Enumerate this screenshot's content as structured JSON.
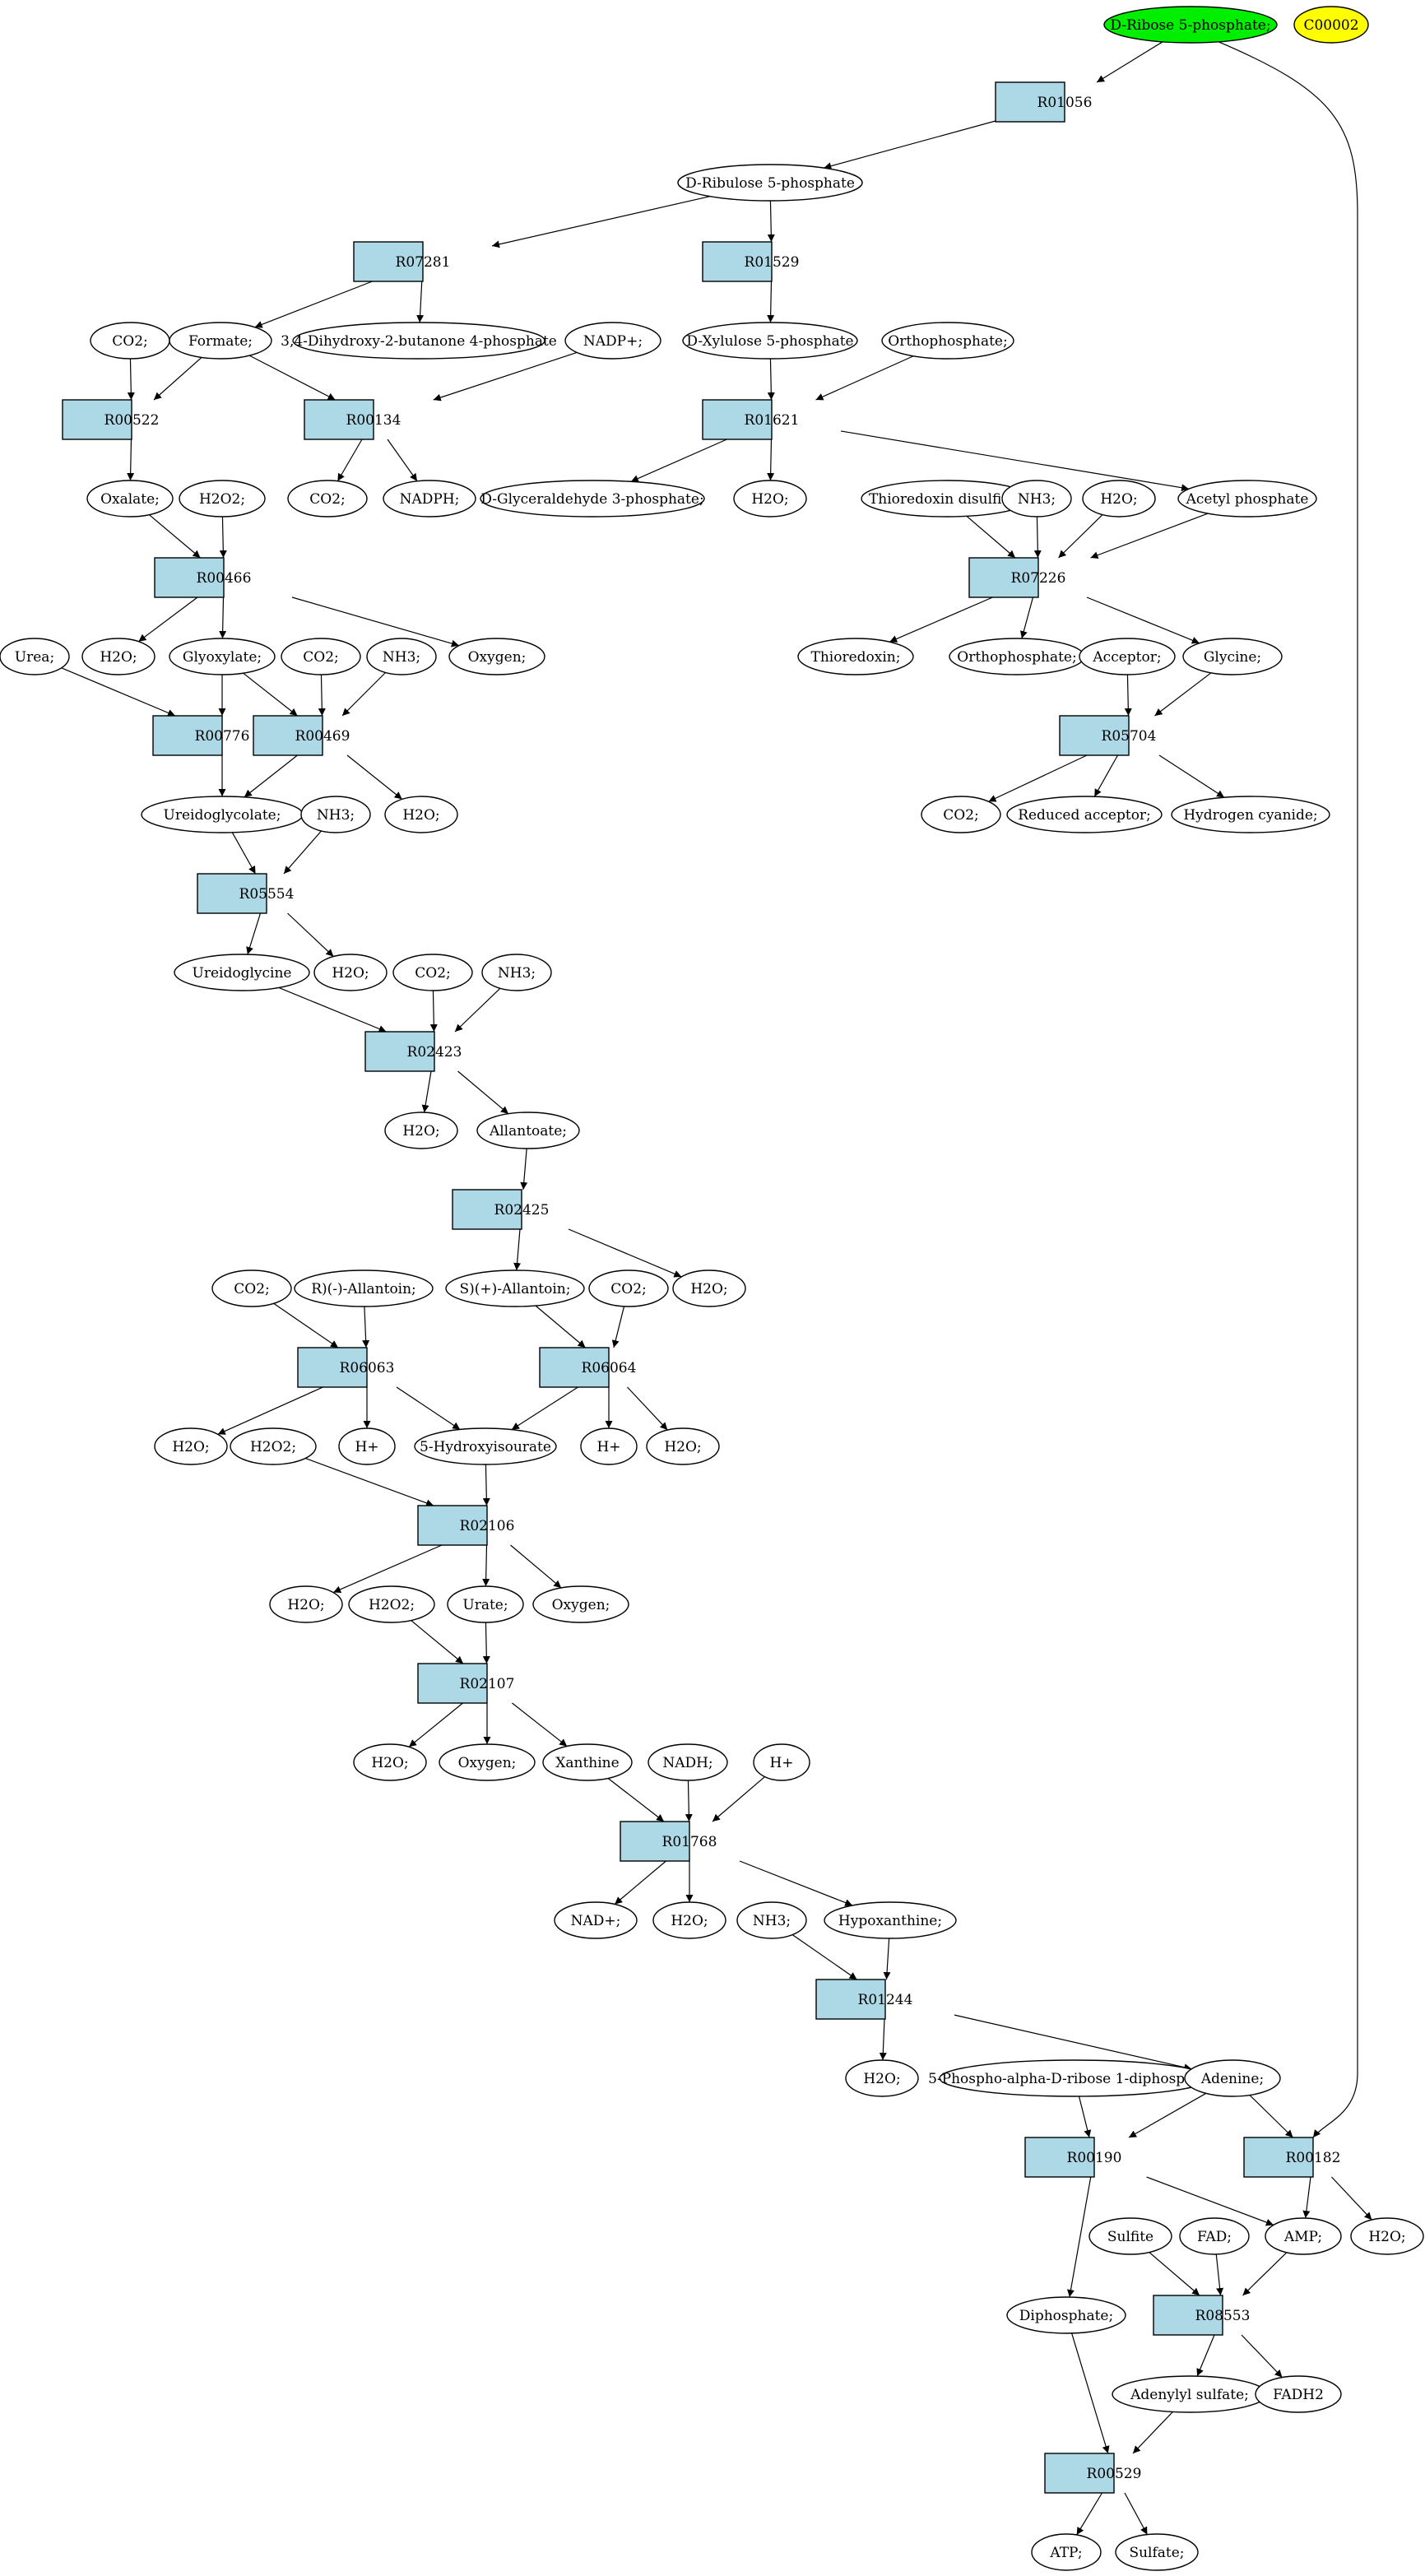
{
  "colors": {
    "reaction_fill": "#add8e6",
    "metabolite_fill": "#ffffff",
    "source_fill": "#00ee00",
    "highlight_fill": "#ffff00"
  },
  "nodes": [
    {
      "id": "m_r5p",
      "kind": "metabolite",
      "label": "D-Ribose 5-phosphate;",
      "fill": "#00ee00"
    },
    {
      "id": "m_c00002",
      "kind": "metabolite",
      "label": "C00002",
      "fill": "#ffff00"
    },
    {
      "id": "r01056",
      "kind": "reaction",
      "label": "R01056"
    },
    {
      "id": "m_ru5p",
      "kind": "metabolite",
      "label": "D-Ribulose 5-phosphate"
    },
    {
      "id": "r07281",
      "kind": "reaction",
      "label": "R07281"
    },
    {
      "id": "r01529",
      "kind": "reaction",
      "label": "R01529"
    },
    {
      "id": "m_co2_1",
      "kind": "metabolite",
      "label": "CO2;"
    },
    {
      "id": "m_formate",
      "kind": "metabolite",
      "label": "Formate;"
    },
    {
      "id": "m_dhbp",
      "kind": "metabolite",
      "label": "3,4-Dihydroxy-2-butanone 4-phosphate"
    },
    {
      "id": "m_nadp",
      "kind": "metabolite",
      "label": "NADP+;"
    },
    {
      "id": "m_xu5p",
      "kind": "metabolite",
      "label": "D-Xylulose 5-phosphate"
    },
    {
      "id": "m_ortho_1",
      "kind": "metabolite",
      "label": "Orthophosphate;"
    },
    {
      "id": "r00522",
      "kind": "reaction",
      "label": "R00522"
    },
    {
      "id": "r00134",
      "kind": "reaction",
      "label": "R00134"
    },
    {
      "id": "r01621",
      "kind": "reaction",
      "label": "R01621"
    },
    {
      "id": "m_oxalate",
      "kind": "metabolite",
      "label": "Oxalate;"
    },
    {
      "id": "m_h2o2_1",
      "kind": "metabolite",
      "label": "H2O2;"
    },
    {
      "id": "m_co2_2",
      "kind": "metabolite",
      "label": "CO2;"
    },
    {
      "id": "m_nadph",
      "kind": "metabolite",
      "label": "NADPH;"
    },
    {
      "id": "m_g3p",
      "kind": "metabolite",
      "label": "D-Glyceraldehyde 3-phosphate;"
    },
    {
      "id": "m_h2o_1",
      "kind": "metabolite",
      "label": "H2O;"
    },
    {
      "id": "m_trxss",
      "kind": "metabolite",
      "label": "Thioredoxin disulfide;"
    },
    {
      "id": "m_nh3_1",
      "kind": "metabolite",
      "label": "NH3;"
    },
    {
      "id": "m_h2o_2",
      "kind": "metabolite",
      "label": "H2O;"
    },
    {
      "id": "m_acp",
      "kind": "metabolite",
      "label": "Acetyl phosphate"
    },
    {
      "id": "r00466",
      "kind": "reaction",
      "label": "R00466"
    },
    {
      "id": "r07226",
      "kind": "reaction",
      "label": "R07226"
    },
    {
      "id": "m_urea",
      "kind": "metabolite",
      "label": "Urea;"
    },
    {
      "id": "m_h2o_3",
      "kind": "metabolite",
      "label": "H2O;"
    },
    {
      "id": "m_glyoxylate",
      "kind": "metabolite",
      "label": "Glyoxylate;"
    },
    {
      "id": "m_co2_3",
      "kind": "metabolite",
      "label": "CO2;"
    },
    {
      "id": "m_nh3_2",
      "kind": "metabolite",
      "label": "NH3;"
    },
    {
      "id": "m_oxygen_1",
      "kind": "metabolite",
      "label": "Oxygen;"
    },
    {
      "id": "m_trx",
      "kind": "metabolite",
      "label": "Thioredoxin;"
    },
    {
      "id": "m_ortho_2",
      "kind": "metabolite",
      "label": "Orthophosphate;"
    },
    {
      "id": "m_acceptor",
      "kind": "metabolite",
      "label": "Acceptor;"
    },
    {
      "id": "m_glycine",
      "kind": "metabolite",
      "label": "Glycine;"
    },
    {
      "id": "r00776",
      "kind": "reaction",
      "label": "R00776"
    },
    {
      "id": "r00469",
      "kind": "reaction",
      "label": "R00469"
    },
    {
      "id": "r05704",
      "kind": "reaction",
      "label": "R05704"
    },
    {
      "id": "m_ureidoglycolate",
      "kind": "metabolite",
      "label": "Ureidoglycolate;"
    },
    {
      "id": "m_nh3_3",
      "kind": "metabolite",
      "label": "NH3;"
    },
    {
      "id": "m_h2o_4",
      "kind": "metabolite",
      "label": "H2O;"
    },
    {
      "id": "m_co2_4",
      "kind": "metabolite",
      "label": "CO2;"
    },
    {
      "id": "m_redacc",
      "kind": "metabolite",
      "label": "Reduced acceptor;"
    },
    {
      "id": "m_hcn",
      "kind": "metabolite",
      "label": "Hydrogen cyanide;"
    },
    {
      "id": "r05554",
      "kind": "reaction",
      "label": "R05554"
    },
    {
      "id": "m_ureidoglycine",
      "kind": "metabolite",
      "label": "Ureidoglycine"
    },
    {
      "id": "m_h2o_5",
      "kind": "metabolite",
      "label": "H2O;"
    },
    {
      "id": "m_co2_5",
      "kind": "metabolite",
      "label": "CO2;"
    },
    {
      "id": "m_nh3_4",
      "kind": "metabolite",
      "label": "NH3;"
    },
    {
      "id": "r02423",
      "kind": "reaction",
      "label": "R02423"
    },
    {
      "id": "m_h2o_6",
      "kind": "metabolite",
      "label": "H2O;"
    },
    {
      "id": "m_allantoate",
      "kind": "metabolite",
      "label": "Allantoate;"
    },
    {
      "id": "r02425",
      "kind": "reaction",
      "label": "R02425"
    },
    {
      "id": "m_co2_6",
      "kind": "metabolite",
      "label": "CO2;"
    },
    {
      "id": "m_rallantoin",
      "kind": "metabolite",
      "label": "R)(-)-Allantoin;"
    },
    {
      "id": "m_sallantoin",
      "kind": "metabolite",
      "label": "S)(+)-Allantoin;"
    },
    {
      "id": "m_co2_7",
      "kind": "metabolite",
      "label": "CO2;"
    },
    {
      "id": "m_h2o_7",
      "kind": "metabolite",
      "label": "H2O;"
    },
    {
      "id": "r06063",
      "kind": "reaction",
      "label": "R06063"
    },
    {
      "id": "r06064",
      "kind": "reaction",
      "label": "R06064"
    },
    {
      "id": "m_h2o_8",
      "kind": "metabolite",
      "label": "H2O;"
    },
    {
      "id": "m_h2o2_2",
      "kind": "metabolite",
      "label": "H2O2;"
    },
    {
      "id": "m_hplus_1",
      "kind": "metabolite",
      "label": "H+"
    },
    {
      "id": "m_hiu",
      "kind": "metabolite",
      "label": "5-Hydroxyisourate"
    },
    {
      "id": "m_hplus_2",
      "kind": "metabolite",
      "label": "H+"
    },
    {
      "id": "m_h2o_9",
      "kind": "metabolite",
      "label": "H2O;"
    },
    {
      "id": "r02106",
      "kind": "reaction",
      "label": "R02106"
    },
    {
      "id": "m_h2o_10",
      "kind": "metabolite",
      "label": "H2O;"
    },
    {
      "id": "m_h2o2_3",
      "kind": "metabolite",
      "label": "H2O2;"
    },
    {
      "id": "m_urate",
      "kind": "metabolite",
      "label": "Urate;"
    },
    {
      "id": "m_oxygen_2",
      "kind": "metabolite",
      "label": "Oxygen;"
    },
    {
      "id": "r02107",
      "kind": "reaction",
      "label": "R02107"
    },
    {
      "id": "m_h2o_11",
      "kind": "metabolite",
      "label": "H2O;"
    },
    {
      "id": "m_oxygen_3",
      "kind": "metabolite",
      "label": "Oxygen;"
    },
    {
      "id": "m_xanthine",
      "kind": "metabolite",
      "label": "Xanthine"
    },
    {
      "id": "m_nadh",
      "kind": "metabolite",
      "label": "NADH;"
    },
    {
      "id": "m_hplus_3",
      "kind": "metabolite",
      "label": "H+"
    },
    {
      "id": "r01768",
      "kind": "reaction",
      "label": "R01768"
    },
    {
      "id": "m_nad",
      "kind": "metabolite",
      "label": "NAD+;"
    },
    {
      "id": "m_h2o_12",
      "kind": "metabolite",
      "label": "H2O;"
    },
    {
      "id": "m_nh3_5",
      "kind": "metabolite",
      "label": "NH3;"
    },
    {
      "id": "m_hypoxanthine",
      "kind": "metabolite",
      "label": "Hypoxanthine;"
    },
    {
      "id": "r01244",
      "kind": "reaction",
      "label": "R01244"
    },
    {
      "id": "m_h2o_13",
      "kind": "metabolite",
      "label": "H2O;"
    },
    {
      "id": "m_prpp",
      "kind": "metabolite",
      "label": "5-Phospho-alpha-D-ribose 1-diphosphate;"
    },
    {
      "id": "m_adenine",
      "kind": "metabolite",
      "label": "Adenine;"
    },
    {
      "id": "r00190",
      "kind": "reaction",
      "label": "R00190"
    },
    {
      "id": "r00182",
      "kind": "reaction",
      "label": "R00182"
    },
    {
      "id": "m_sulfite",
      "kind": "metabolite",
      "label": "Sulfite"
    },
    {
      "id": "m_fad",
      "kind": "metabolite",
      "label": "FAD;"
    },
    {
      "id": "m_amp",
      "kind": "metabolite",
      "label": "AMP;"
    },
    {
      "id": "m_h2o_14",
      "kind": "metabolite",
      "label": "H2O;"
    },
    {
      "id": "m_diphosphate",
      "kind": "metabolite",
      "label": "Diphosphate;"
    },
    {
      "id": "r08553",
      "kind": "reaction",
      "label": "R08553"
    },
    {
      "id": "m_aps",
      "kind": "metabolite",
      "label": "Adenylyl sulfate;"
    },
    {
      "id": "m_fadh2",
      "kind": "metabolite",
      "label": "FADH2"
    },
    {
      "id": "r00529",
      "kind": "reaction",
      "label": "R00529"
    },
    {
      "id": "m_atp",
      "kind": "metabolite",
      "label": "ATP;"
    },
    {
      "id": "m_sulfate",
      "kind": "metabolite",
      "label": "Sulfate;"
    }
  ],
  "edges": [
    [
      "m_r5p",
      "r01056"
    ],
    [
      "r01056",
      "m_ru5p"
    ],
    [
      "m_r5p",
      "r00182"
    ],
    [
      "m_ru5p",
      "r07281"
    ],
    [
      "m_ru5p",
      "r01529"
    ],
    [
      "r07281",
      "m_formate"
    ],
    [
      "r07281",
      "m_dhbp"
    ],
    [
      "r01529",
      "m_xu5p"
    ],
    [
      "m_co2_1",
      "r00522"
    ],
    [
      "m_formate",
      "r00522"
    ],
    [
      "m_formate",
      "r00134"
    ],
    [
      "m_nadp",
      "r00134"
    ],
    [
      "m_xu5p",
      "r01621"
    ],
    [
      "m_ortho_1",
      "r01621"
    ],
    [
      "r00522",
      "m_oxalate"
    ],
    [
      "r00134",
      "m_co2_2"
    ],
    [
      "r00134",
      "m_nadph"
    ],
    [
      "r01621",
      "m_g3p"
    ],
    [
      "r01621",
      "m_h2o_1"
    ],
    [
      "r01621",
      "m_acp"
    ],
    [
      "m_oxalate",
      "r00466"
    ],
    [
      "m_h2o2_1",
      "r00466"
    ],
    [
      "m_trxss",
      "r07226"
    ],
    [
      "m_nh3_1",
      "r07226"
    ],
    [
      "m_h2o_2",
      "r07226"
    ],
    [
      "m_acp",
      "r07226"
    ],
    [
      "r00466",
      "m_h2o_3"
    ],
    [
      "r00466",
      "m_glyoxylate"
    ],
    [
      "r00466",
      "m_oxygen_1"
    ],
    [
      "r07226",
      "m_trx"
    ],
    [
      "r07226",
      "m_ortho_2"
    ],
    [
      "r07226",
      "m_glycine"
    ],
    [
      "m_urea",
      "r00776"
    ],
    [
      "m_glyoxylate",
      "r00776"
    ],
    [
      "m_glyoxylate",
      "r00469"
    ],
    [
      "m_co2_3",
      "r00469"
    ],
    [
      "m_nh3_2",
      "r00469"
    ],
    [
      "m_acceptor",
      "r05704"
    ],
    [
      "m_glycine",
      "r05704"
    ],
    [
      "r00776",
      "m_ureidoglycolate"
    ],
    [
      "r00469",
      "m_ureidoglycolate"
    ],
    [
      "r00469",
      "m_h2o_4"
    ],
    [
      "r05704",
      "m_co2_4"
    ],
    [
      "r05704",
      "m_redacc"
    ],
    [
      "r05704",
      "m_hcn"
    ],
    [
      "m_ureidoglycolate",
      "r05554"
    ],
    [
      "m_nh3_3",
      "r05554"
    ],
    [
      "r05554",
      "m_ureidoglycine"
    ],
    [
      "r05554",
      "m_h2o_5"
    ],
    [
      "m_ureidoglycine",
      "r02423"
    ],
    [
      "m_co2_5",
      "r02423"
    ],
    [
      "m_nh3_4",
      "r02423"
    ],
    [
      "r02423",
      "m_h2o_6"
    ],
    [
      "r02423",
      "m_allantoate"
    ],
    [
      "m_allantoate",
      "r02425"
    ],
    [
      "r02425",
      "m_sallantoin"
    ],
    [
      "r02425",
      "m_h2o_7"
    ],
    [
      "m_co2_6",
      "r06063"
    ],
    [
      "m_rallantoin",
      "r06063"
    ],
    [
      "m_sallantoin",
      "r06064"
    ],
    [
      "m_co2_7",
      "r06064"
    ],
    [
      "r06063",
      "m_h2o_8"
    ],
    [
      "r06063",
      "m_hplus_1"
    ],
    [
      "r06063",
      "m_hiu"
    ],
    [
      "r06064",
      "m_hiu"
    ],
    [
      "r06064",
      "m_hplus_2"
    ],
    [
      "r06064",
      "m_h2o_9"
    ],
    [
      "m_hiu",
      "r02106"
    ],
    [
      "m_h2o2_2",
      "r02106"
    ],
    [
      "r02106",
      "m_h2o_10"
    ],
    [
      "r02106",
      "m_urate"
    ],
    [
      "r02106",
      "m_oxygen_2"
    ],
    [
      "m_h2o2_3",
      "r02107"
    ],
    [
      "m_urate",
      "r02107"
    ],
    [
      "r02107",
      "m_h2o_11"
    ],
    [
      "r02107",
      "m_oxygen_3"
    ],
    [
      "r02107",
      "m_xanthine"
    ],
    [
      "m_xanthine",
      "r01768"
    ],
    [
      "m_nadh",
      "r01768"
    ],
    [
      "m_hplus_3",
      "r01768"
    ],
    [
      "r01768",
      "m_nad"
    ],
    [
      "r01768",
      "m_h2o_12"
    ],
    [
      "r01768",
      "m_hypoxanthine"
    ],
    [
      "m_nh3_5",
      "r01244"
    ],
    [
      "m_hypoxanthine",
      "r01244"
    ],
    [
      "r01244",
      "m_h2o_13"
    ],
    [
      "r01244",
      "m_adenine"
    ],
    [
      "m_prpp",
      "r00190"
    ],
    [
      "m_adenine",
      "r00190"
    ],
    [
      "m_adenine",
      "r00182"
    ],
    [
      "r00182",
      "m_amp"
    ],
    [
      "r00182",
      "m_h2o_14"
    ],
    [
      "r00190",
      "m_amp"
    ],
    [
      "r00190",
      "m_diphosphate"
    ],
    [
      "m_sulfite",
      "r08553"
    ],
    [
      "m_fad",
      "r08553"
    ],
    [
      "m_amp",
      "r08553"
    ],
    [
      "r08553",
      "m_aps"
    ],
    [
      "r08553",
      "m_fadh2"
    ],
    [
      "m_diphosphate",
      "r00529"
    ],
    [
      "m_aps",
      "r00529"
    ],
    [
      "r00529",
      "m_atp"
    ],
    [
      "r00529",
      "m_sulfate"
    ]
  ]
}
